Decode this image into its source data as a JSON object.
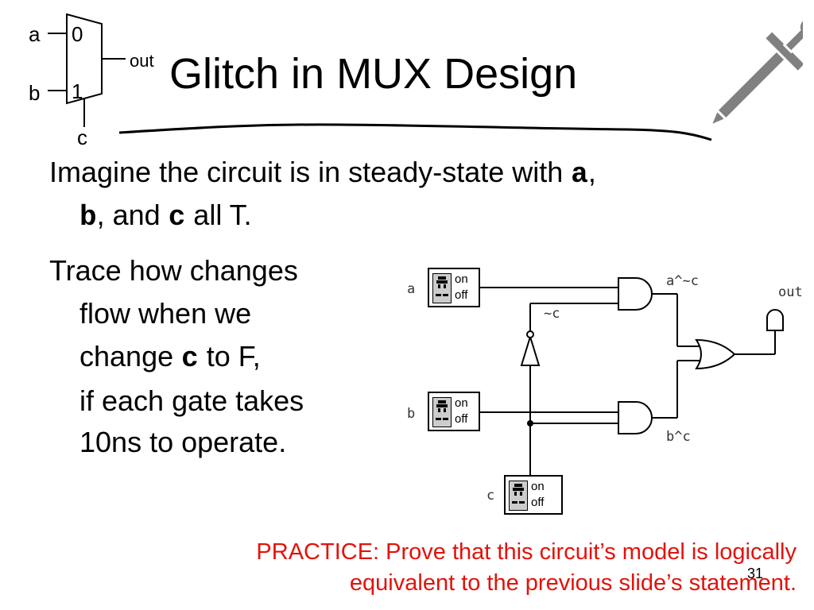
{
  "slide": {
    "title": "Glitch in MUX Design",
    "page_number": "31"
  },
  "mux": {
    "input_a": "a",
    "input_b": "b",
    "select_c": "c",
    "output": "out",
    "port_0": "0",
    "port_1": "1"
  },
  "body": {
    "p1_text": "Imagine the circuit is in steady-state with ",
    "p1_var_a": "a",
    "p1_sep1": ",",
    "p1_var_b": "b",
    "p1_sep2": ", and ",
    "p1_var_c": "c",
    "p1_tail": " all T.",
    "p2_line1": "Trace how changes",
    "p2_line2": "flow when we",
    "p2_line3_a": "change ",
    "p2_line3_var": "c",
    "p2_line3_b": " to F,",
    "p2_line4": "if each gate takes",
    "p2_line5": "10ns to operate."
  },
  "circuit": {
    "label_a": "a",
    "label_b": "b",
    "label_c": "c",
    "label_not_c": "~c",
    "label_a_and_not_c": "a^~c",
    "label_b_and_c": "b^c",
    "label_out": "out",
    "switch_on": "on",
    "switch_off": "off"
  },
  "practice": {
    "line1": "PRACTICE: Prove that this circuit’s model is logically",
    "line2": "equivalent to the previous slide’s statement."
  },
  "colors": {
    "practice_text": "#e3120b",
    "sword_fill": "#808080"
  },
  "icons": {
    "decoration": "sword-icon"
  }
}
